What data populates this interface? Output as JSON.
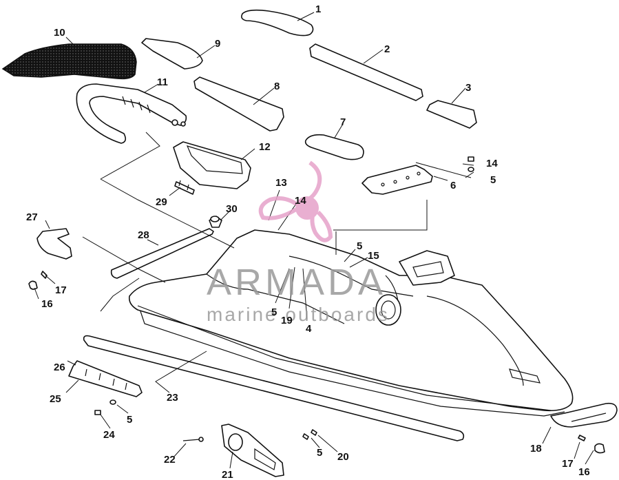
{
  "watermark": {
    "brand": "ARMADA",
    "tagline": "marine outboards",
    "logo_color": "#e6a2c9",
    "text_color": "#999999"
  },
  "callouts": [
    {
      "id": "c1",
      "label": "1"
    },
    {
      "id": "c2",
      "label": "2"
    },
    {
      "id": "c3",
      "label": "3"
    },
    {
      "id": "c4",
      "label": "4"
    },
    {
      "id": "c5a",
      "label": "5"
    },
    {
      "id": "c5b",
      "label": "5"
    },
    {
      "id": "c5c",
      "label": "5"
    },
    {
      "id": "c5d",
      "label": "5"
    },
    {
      "id": "c5e",
      "label": "5"
    },
    {
      "id": "c6",
      "label": "6"
    },
    {
      "id": "c7",
      "label": "7"
    },
    {
      "id": "c8",
      "label": "8"
    },
    {
      "id": "c9",
      "label": "9"
    },
    {
      "id": "c10",
      "label": "10"
    },
    {
      "id": "c11",
      "label": "11"
    },
    {
      "id": "c12",
      "label": "12"
    },
    {
      "id": "c13",
      "label": "13"
    },
    {
      "id": "c14a",
      "label": "14"
    },
    {
      "id": "c14b",
      "label": "14"
    },
    {
      "id": "c15",
      "label": "15"
    },
    {
      "id": "c16a",
      "label": "16"
    },
    {
      "id": "c16b",
      "label": "16"
    },
    {
      "id": "c17a",
      "label": "17"
    },
    {
      "id": "c17b",
      "label": "17"
    },
    {
      "id": "c18",
      "label": "18"
    },
    {
      "id": "c19",
      "label": "19"
    },
    {
      "id": "c20",
      "label": "20"
    },
    {
      "id": "c21",
      "label": "21"
    },
    {
      "id": "c22",
      "label": "22"
    },
    {
      "id": "c23",
      "label": "23"
    },
    {
      "id": "c24",
      "label": "24"
    },
    {
      "id": "c25",
      "label": "25"
    },
    {
      "id": "c26",
      "label": "26"
    },
    {
      "id": "c27",
      "label": "27"
    },
    {
      "id": "c28",
      "label": "28"
    },
    {
      "id": "c29",
      "label": "29"
    },
    {
      "id": "c30",
      "label": "30"
    }
  ]
}
